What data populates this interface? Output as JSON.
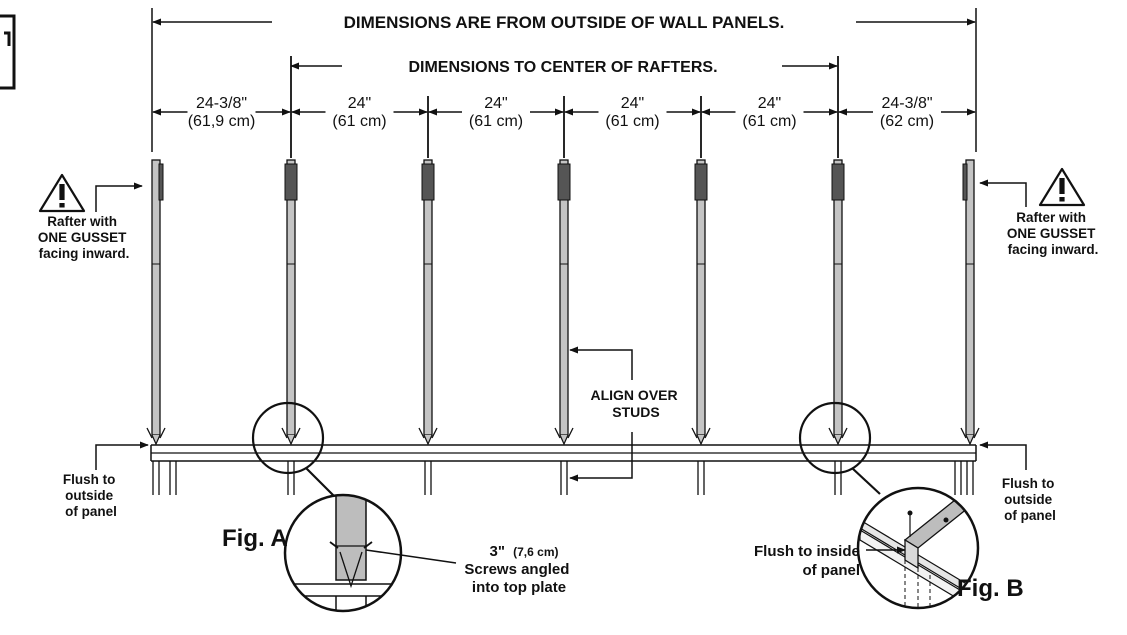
{
  "header": {
    "overall_note": "DIMENSIONS ARE FROM OUTSIDE OF WALL PANELS.",
    "center_note": "DIMENSIONS TO CENTER OF RAFTERS."
  },
  "dimensions": [
    {
      "imperial": "24-3/8\"",
      "metric": "(61,9 cm)"
    },
    {
      "imperial": "24\"",
      "metric": "(61 cm)"
    },
    {
      "imperial": "24\"",
      "metric": "(61 cm)"
    },
    {
      "imperial": "24\"",
      "metric": "(61 cm)"
    },
    {
      "imperial": "24\"",
      "metric": "(61 cm)"
    },
    {
      "imperial": "24-3/8\"",
      "metric": "(62 cm)"
    }
  ],
  "callouts": {
    "left_rafter": [
      "Rafter with",
      "ONE GUSSET",
      "facing inward."
    ],
    "right_rafter": [
      "Rafter with",
      "ONE GUSSET",
      "facing inward."
    ],
    "align": [
      "ALIGN OVER",
      "STUDS"
    ],
    "flush_left": [
      "Flush to",
      "outside",
      "of panel"
    ],
    "flush_right": [
      "Flush to",
      "outside",
      "of panel"
    ],
    "screws_size": "3\"",
    "screws_metric": "(7,6 cm)",
    "screws": [
      "Screws angled",
      "into top plate"
    ],
    "flush_inside": [
      "Flush to inside",
      "of panel"
    ]
  },
  "figures": {
    "a_label": "Fig. A",
    "b_label": "Fig. B"
  },
  "warning_icon": "warning-triangle-icon"
}
